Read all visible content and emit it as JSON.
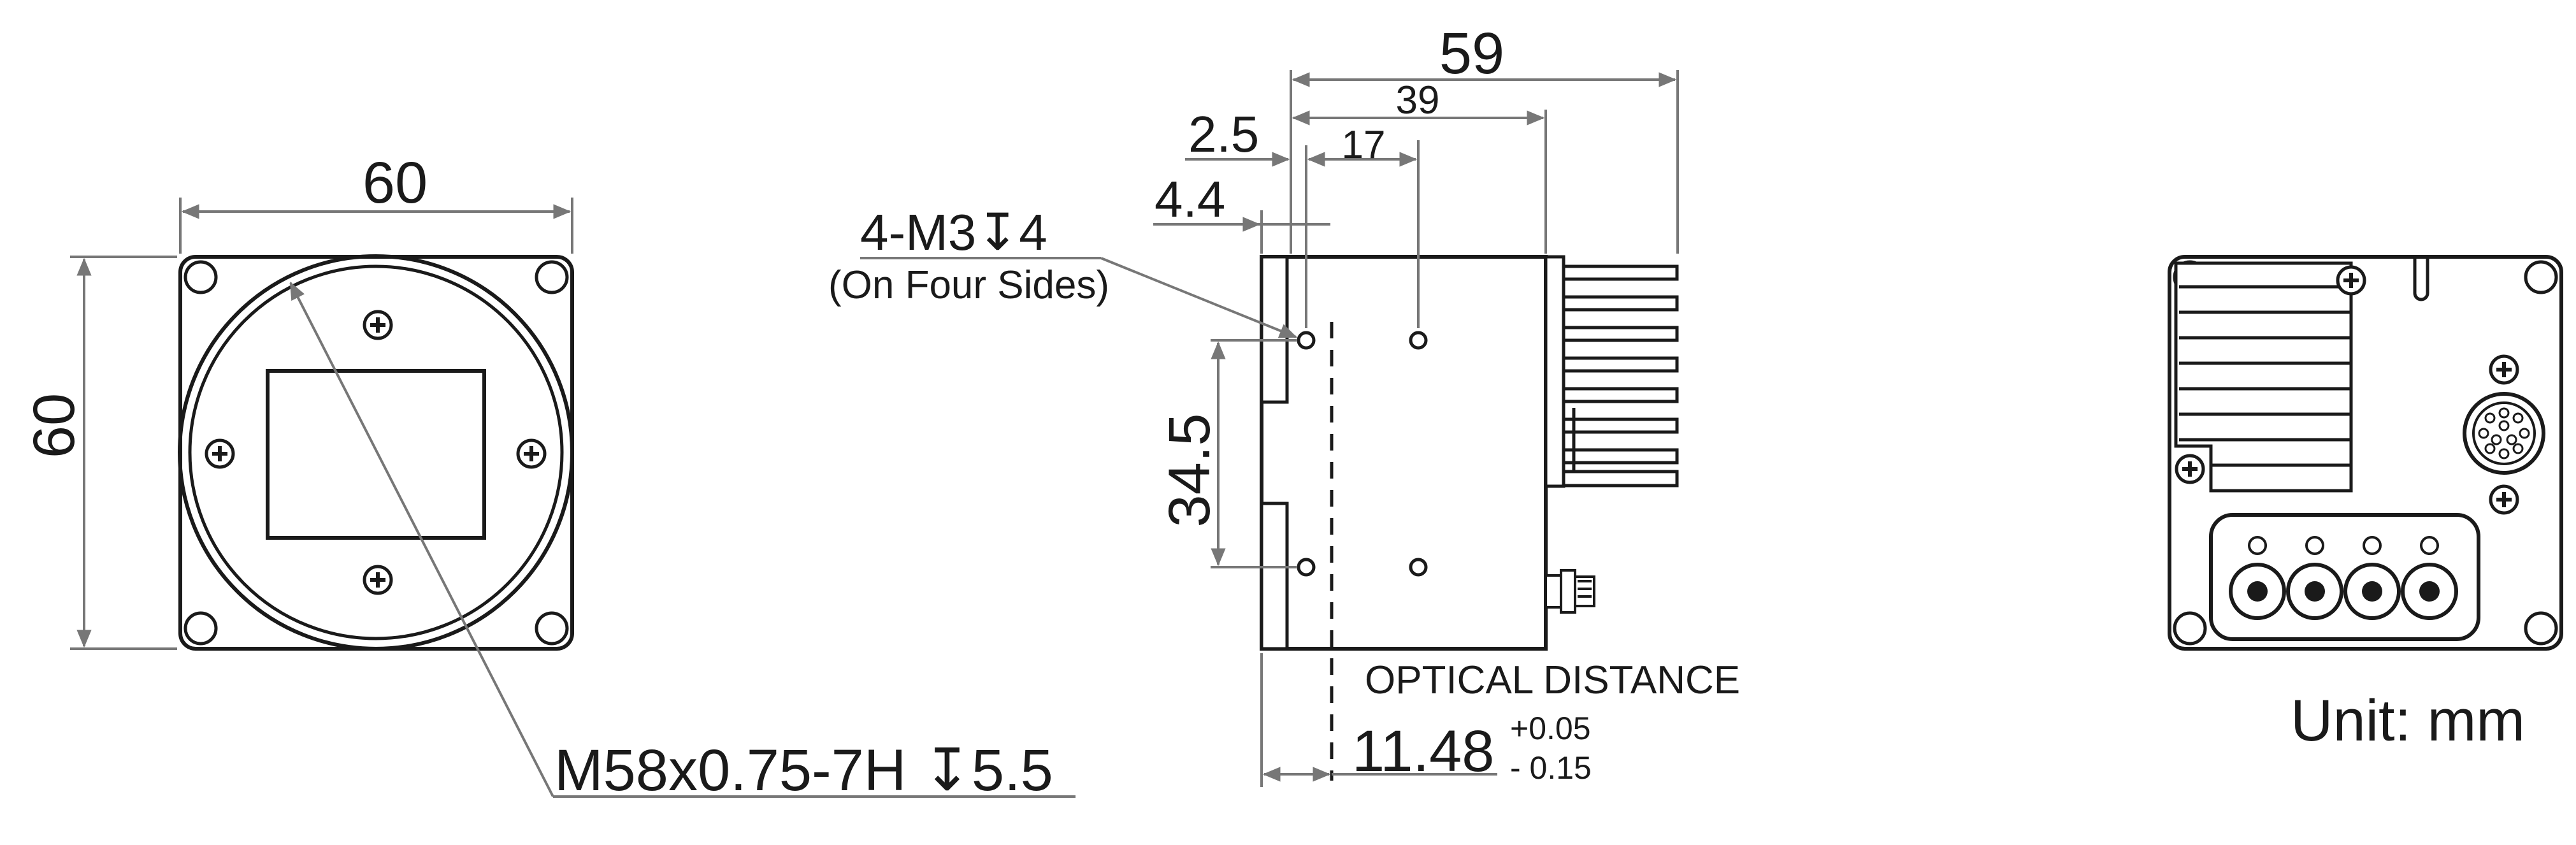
{
  "front_view": {
    "width_dim": "60",
    "height_dim": "60",
    "mount_callout": "M58x0.75-7H ↧5.5"
  },
  "side_view": {
    "overall_length": "59",
    "body_length": "39",
    "hole_spacing_x": "17",
    "offset_small": "2.5",
    "offset_hole": "4.4",
    "hole_spacing_y": "34.5",
    "hole_callout": "4-M3↧4",
    "hole_note": "(On Four Sides)",
    "optical_label": "OPTICAL DISTANCE",
    "optical_value": "11.48",
    "optical_tol_plus": "+0.05",
    "optical_tol_minus": "- 0.15"
  },
  "unit_label": "Unit: mm"
}
